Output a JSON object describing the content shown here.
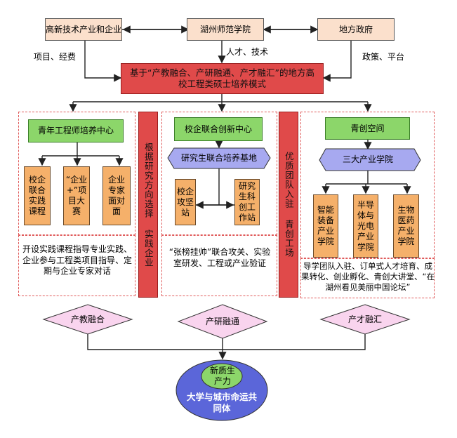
{
  "top": {
    "left_box": "高新技术产业和企业",
    "center_box": "湖州师范学院",
    "right_box": "地方政府",
    "label_left": "项目、经费",
    "label_center": "人才、技术",
    "label_right": "政策、平台"
  },
  "main_title": "基于“产教融合、产研融通、产才融汇”的地方高校工程类硕士培养模式",
  "left_section": {
    "header": "青年工程师培养中心",
    "items": [
      "校企联合实践课程",
      "“企业+”项目大赛",
      "企业专家面对面"
    ],
    "description": "开设实践课程指导专业实践、企业参与工程类项目指导、定期与企业专家对话"
  },
  "left_pillar": "根据研究方向选择 实践企业",
  "middle_section": {
    "header": "校企联合创新中心",
    "base": "研究生联合培养基地",
    "items": [
      "校企攻坚站",
      "研究生科创工作站"
    ],
    "description": "“张榜挂帅”联合攻关、实验室研发、工程或产业验证"
  },
  "right_pillar": "优质团队入驻 青创工场",
  "right_section": {
    "header": "青创空间",
    "base": "三大产业学院",
    "items": [
      "智能装备产业学院",
      "半导体与光电产业学院",
      "生物医药产业学院"
    ],
    "description": "导学团队入驻、订单式人才培育、成果转化、创业孵化、青创大讲堂、“在湖州看见美丽中国论坛”"
  },
  "diamonds": [
    "产教融合",
    "产研融通",
    "产才融汇"
  ],
  "bottom": {
    "inner": "新质生产力",
    "outer": "大学与城市命运共同体"
  },
  "colors": {
    "tan": "#fbe0cc",
    "red": "#e04a4a",
    "green": "#8cd66a",
    "orange": "#f5b06a",
    "lavender": "#a7a9f0",
    "pink": "#f9d4ee",
    "blue_ellipse": "#5b66d9"
  }
}
